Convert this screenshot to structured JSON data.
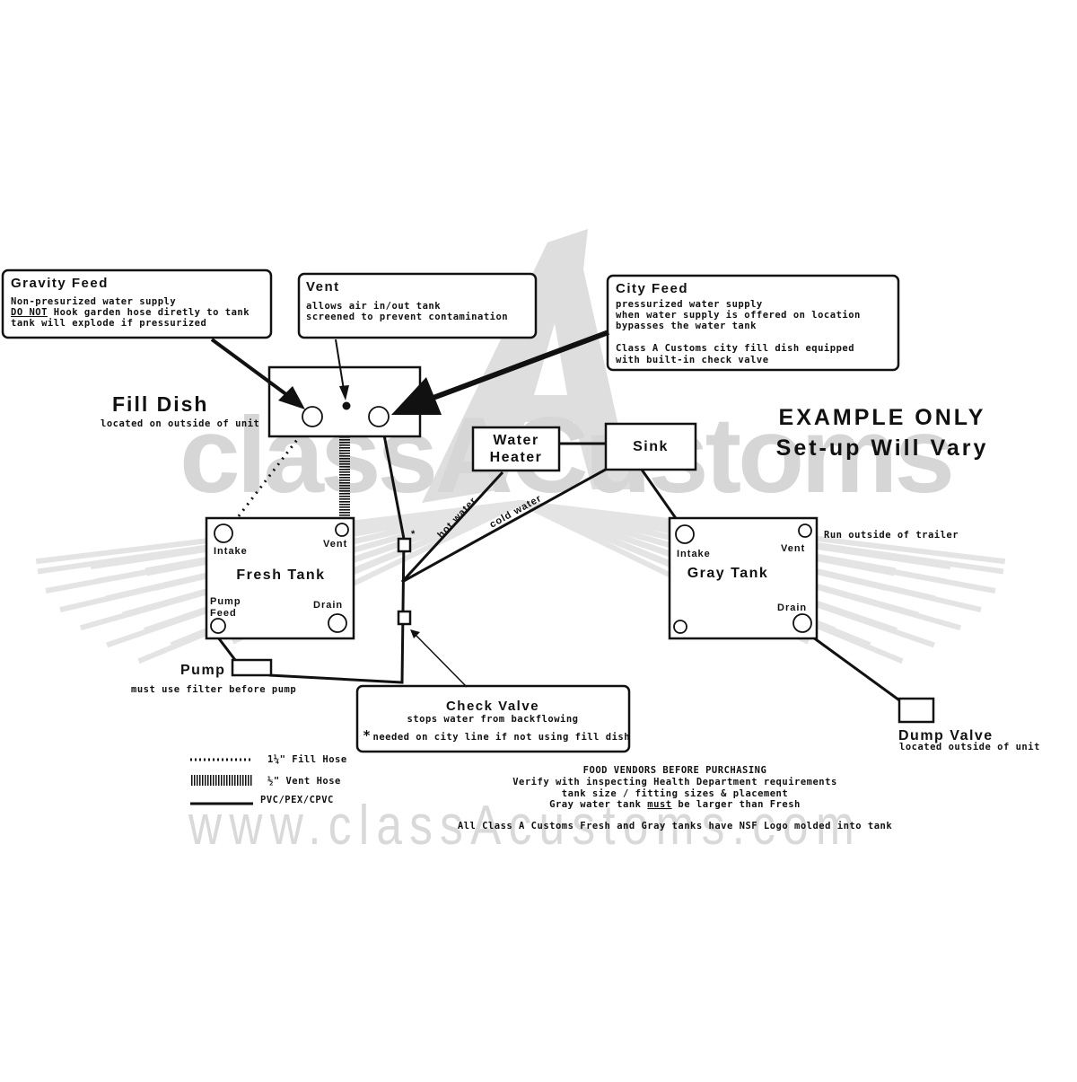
{
  "watermark": {
    "brand": "classACustoms",
    "url": "www.classAcustoms.com"
  },
  "callouts": {
    "gravity_feed": {
      "title": "Gravity Feed",
      "line1": "Non-presurized water supply",
      "line2_underlined": "DO NOT",
      "line2_rest": " Hook garden hose diretly to tank",
      "line3": "tank will explode if pressurized"
    },
    "vent": {
      "title": "Vent",
      "line1": "allows air in/out tank",
      "line2": "screened to prevent contamination"
    },
    "city_feed": {
      "title": "City Feed",
      "line1": "pressurized water supply",
      "line2": "when water supply is offered on location",
      "line3": "bypasses the water tank",
      "line4": "Class A Customs city fill dish equipped",
      "line5": "with built-in check valve"
    },
    "check_valve": {
      "title": "Check Valve",
      "line1": "stops water from backflowing",
      "star": "*",
      "line2": "needed on city line if not using fill dish"
    }
  },
  "fill_dish": {
    "title": "Fill Dish",
    "subtitle": "located on outside of unit"
  },
  "example_note": {
    "line1": "EXAMPLE ONLY",
    "line2": "Set-up Will Vary"
  },
  "water_heater": {
    "line1": "Water",
    "line2": "Heater"
  },
  "sink": {
    "label": "Sink"
  },
  "hot_water": "hot water",
  "cold_water": "cold water",
  "valve_star": "*",
  "fresh_tank": {
    "title": "Fresh Tank",
    "intake": "Intake",
    "vent": "Vent",
    "pump_feed_1": "Pump",
    "pump_feed_2": "Feed",
    "drain": "Drain"
  },
  "gray_tank": {
    "title": "Gray Tank",
    "intake": "Intake",
    "vent": "Vent",
    "drain": "Drain",
    "vent_note": "Run outside of trailer"
  },
  "pump": {
    "label": "Pump",
    "note": "must use filter before pump"
  },
  "dump_valve": {
    "label": "Dump Valve",
    "note": "located outside of unit"
  },
  "legend": {
    "fill_hose": "1¼\" Fill Hose",
    "vent_hose": "½\" Vent Hose",
    "pipe": "PVC/PEX/CPVC"
  },
  "vendor_note": {
    "line1": "FOOD VENDORS BEFORE PURCHASING",
    "line2": "Verify with inspecting Health Department requirements",
    "line3": "tank size / fitting sizes & placement",
    "line4_pre": "Gray water tank ",
    "line4_underlined": "must",
    "line4_post": " be larger than Fresh",
    "line5": "All Class A Customs Fresh and Gray tanks have NSF Logo molded into tank"
  }
}
